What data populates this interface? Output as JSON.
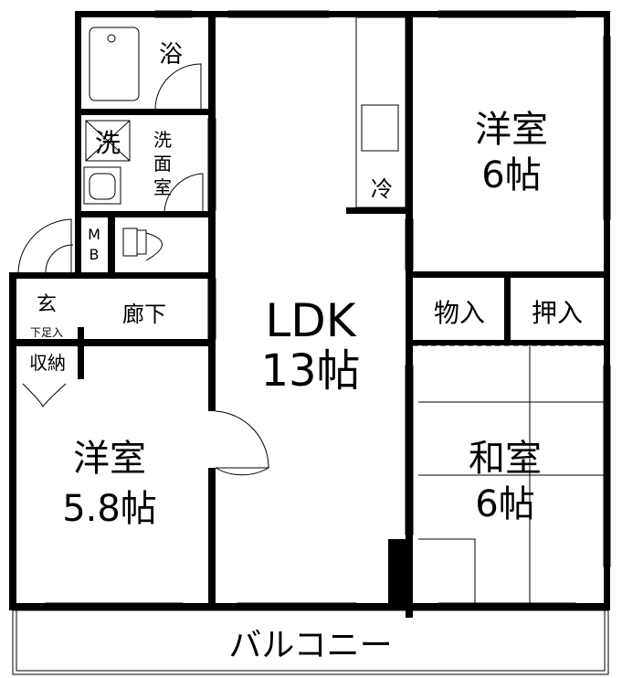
{
  "rooms": {
    "bath": "浴",
    "washer": "洗",
    "washroom": [
      "洗",
      "面",
      "室"
    ],
    "mb": [
      "M",
      "B"
    ],
    "fridge": "冷",
    "western_6": {
      "name": "洋室",
      "size": "6帖"
    },
    "storage": "物入",
    "closet": "押入",
    "genkan": "玄",
    "shoe_storage": "下足入",
    "hallway": "廊下",
    "ldk": {
      "name": "LDK",
      "size": "13帖"
    },
    "storage_2": "収納",
    "western_58": {
      "name": "洋室",
      "size": "5.8帖"
    },
    "japanese_6": {
      "name": "和室",
      "size": "6帖"
    },
    "balcony": "バルコニー"
  }
}
